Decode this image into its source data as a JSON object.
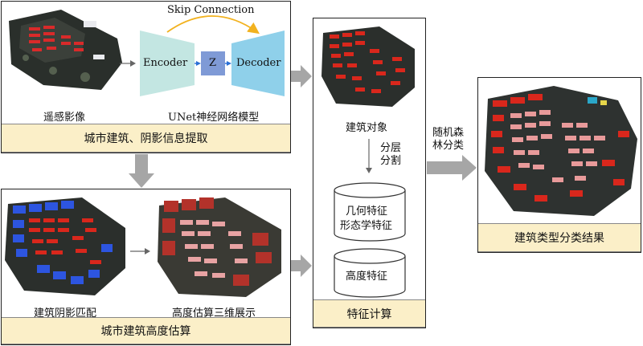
{
  "panels": {
    "extraction": {
      "label_rs_image": "遥感影像",
      "label_model": "UNet神经网络模型",
      "band": "城市建筑、阴影信息提取",
      "unet": {
        "skip": "Skip Connection",
        "encoder": "Encoder",
        "z": "Z",
        "decoder": "Decoder"
      }
    },
    "height": {
      "label_match": "建筑阴影匹配",
      "label_3d": "高度估算三维展示",
      "band": "城市建筑高度估算"
    },
    "features": {
      "label_objects": "建筑对象",
      "seg_line1": "分层",
      "seg_line2": "分割",
      "geom_line1": "几何特征",
      "geom_line2": "形态学特征",
      "height_feature": "高度特征",
      "band": "特征计算"
    },
    "classifier": {
      "line1": "随机森",
      "line2": "林分类"
    },
    "result": {
      "band": "建筑类型分类结果"
    }
  },
  "colors": {
    "band_fill": "#fbefc8",
    "encoder": "#c3e6e2",
    "decoder": "#8fd0ea",
    "latent": "#7f9ad6",
    "skip_arc": "#f2b21f",
    "flow_arrow": "#a6a6a6",
    "building_red": "#d9271c",
    "building_pink": "#e89a9a",
    "building_blue": "#2d55e0"
  }
}
